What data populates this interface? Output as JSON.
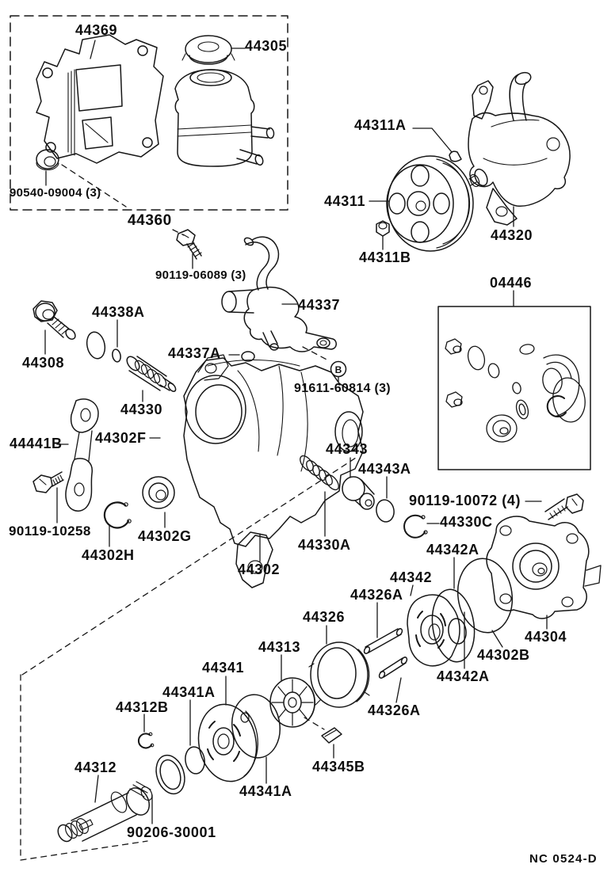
{
  "diagram": {
    "drawing_code": "NC 0524-D",
    "callout_b": "B",
    "labels": [
      {
        "text": "44369"
      },
      {
        "text": "44305"
      },
      {
        "text": "90540-09004 (3)"
      },
      {
        "text": "44360"
      },
      {
        "text": "90119-06089 (3)"
      },
      {
        "text": "44311A"
      },
      {
        "text": "44311"
      },
      {
        "text": "44311B"
      },
      {
        "text": "44320"
      },
      {
        "text": "04446"
      },
      {
        "text": "44337"
      },
      {
        "text": "44338A"
      },
      {
        "text": "44308"
      },
      {
        "text": "44337A"
      },
      {
        "text": "91611-60814 (3)"
      },
      {
        "text": "44330"
      },
      {
        "text": "44441B"
      },
      {
        "text": "44302F"
      },
      {
        "text": "90119-10258"
      },
      {
        "text": "44302H"
      },
      {
        "text": "44302G"
      },
      {
        "text": "44302"
      },
      {
        "text": "44343"
      },
      {
        "text": "44343A"
      },
      {
        "text": "90119-10072 (4)"
      },
      {
        "text": "44330C"
      },
      {
        "text": "44330A"
      },
      {
        "text": "44342A"
      },
      {
        "text": "44342"
      },
      {
        "text": "44326A"
      },
      {
        "text": "44326"
      },
      {
        "text": "44304"
      },
      {
        "text": "44302B"
      },
      {
        "text": "44342A"
      },
      {
        "text": "44313"
      },
      {
        "text": "44341"
      },
      {
        "text": "44341A"
      },
      {
        "text": "44312B"
      },
      {
        "text": "44312"
      },
      {
        "text": "44341A"
      },
      {
        "text": "90206-30001"
      },
      {
        "text": "44326A"
      },
      {
        "text": "44345B"
      }
    ]
  }
}
